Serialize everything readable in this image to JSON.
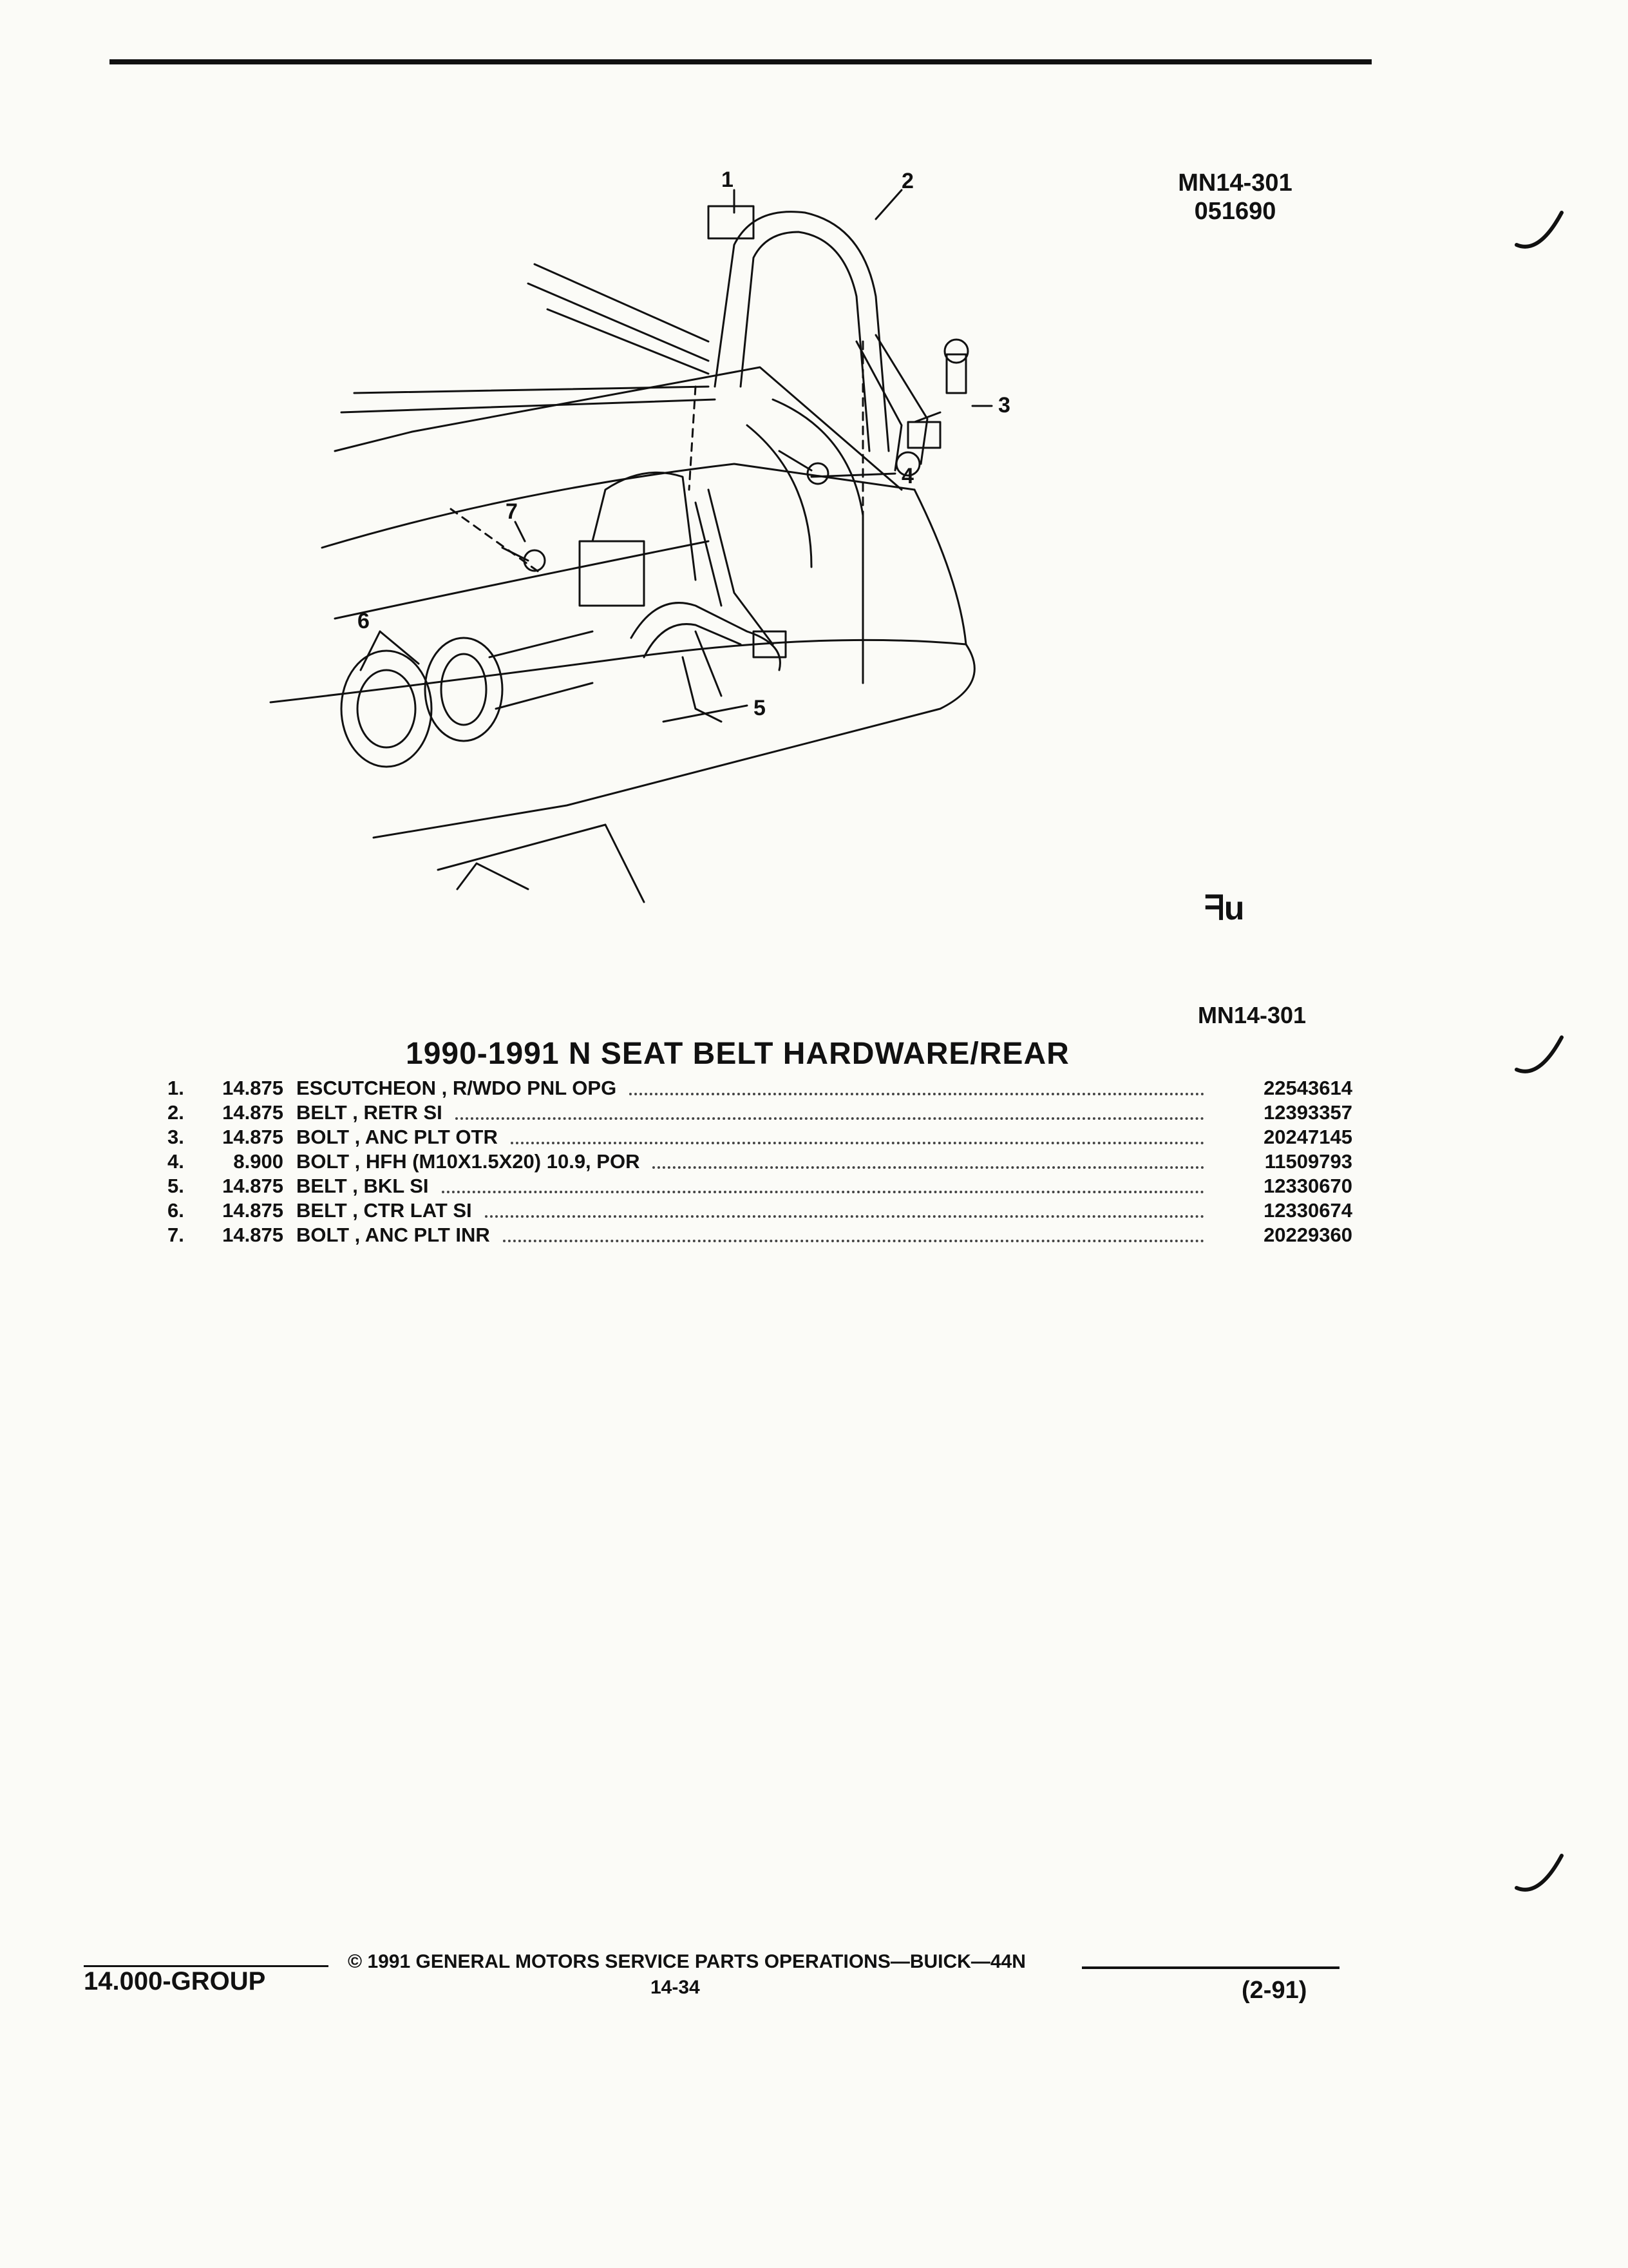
{
  "header": {
    "ref_code": "MN14-301",
    "ref_date": "051690"
  },
  "illustration": {
    "callouts": [
      "1",
      "2",
      "3",
      "4",
      "5",
      "6",
      "7"
    ],
    "logo_text": "ᖷu"
  },
  "ref_bottom": "MN14-301",
  "title": "1990-1991 N SEAT BELT HARDWARE/REAR",
  "parts": [
    {
      "num": "1.",
      "group": "14.875",
      "desc": "ESCUTCHEON , R/WDO PNL OPG",
      "pn": "22543614"
    },
    {
      "num": "2.",
      "group": "14.875",
      "desc": "BELT , RETR SI",
      "pn": "12393357"
    },
    {
      "num": "3.",
      "group": "14.875",
      "desc": "BOLT , ANC PLT OTR",
      "pn": "20247145"
    },
    {
      "num": "4.",
      "group": "8.900",
      "desc": "BOLT , HFH (M10X1.5X20) 10.9, POR",
      "pn": "11509793"
    },
    {
      "num": "5.",
      "group": "14.875",
      "desc": "BELT , BKL SI",
      "pn": "12330670"
    },
    {
      "num": "6.",
      "group": "14.875",
      "desc": "BELT , CTR LAT SI",
      "pn": "12330674"
    },
    {
      "num": "7.",
      "group": "14.875",
      "desc": "BOLT , ANC PLT INR",
      "pn": "20229360"
    }
  ],
  "footer": {
    "group": "14.000-GROUP",
    "copyright": "© 1991 GENERAL MOTORS SERVICE PARTS OPERATIONS—BUICK—44N",
    "page": "14-34",
    "revision": "(2-91)"
  }
}
